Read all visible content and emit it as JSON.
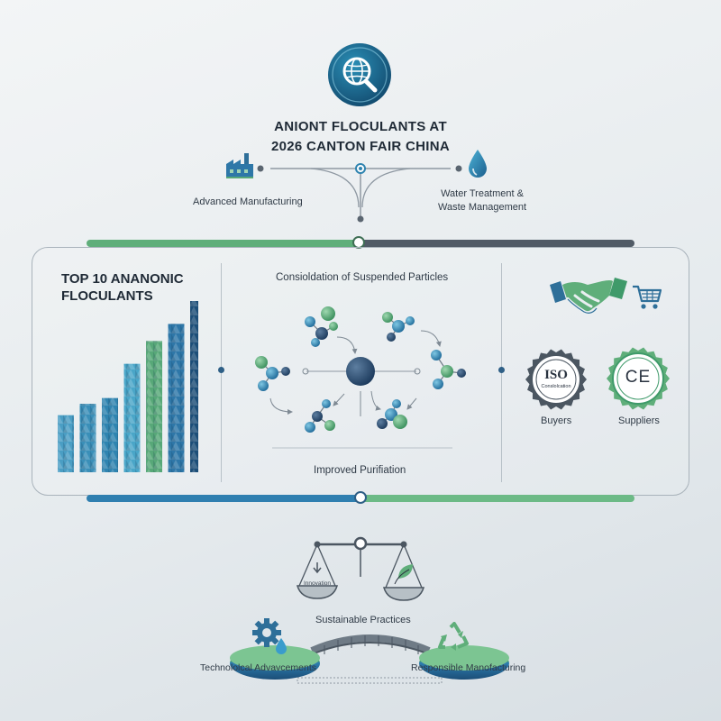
{
  "header": {
    "title_line1": "ANIONT FLOCULANTS AT",
    "title_line2": "2026 CANTON FAIR CHINA",
    "search_globe_icon": "globe-magnifier-icon"
  },
  "branches": {
    "left_label": "Advanced Manufacturing",
    "right_label_line1": "Water Treatment &",
    "right_label_line2": "Waste Management"
  },
  "chart_panel": {
    "title_line1": "TOP 10 ANANONIC",
    "title_line2": "FLOCULANTS"
  },
  "chart_data": {
    "type": "bar",
    "title": "TOP 10 ANANONIC FLOCULANTS",
    "categories": [
      "",
      "",
      "",
      "",
      "",
      "",
      ""
    ],
    "values": [
      1.0,
      1.2,
      1.3,
      1.9,
      2.3,
      2.6,
      3.0
    ],
    "xlabel": "",
    "ylabel": "",
    "colors": [
      "#4a9ec4",
      "#3a8fb8",
      "#2f84b0",
      "#4aa6c8",
      "#57a878",
      "#2e77a8",
      "#1c4e78"
    ],
    "grid": false
  },
  "process_panel": {
    "top_label": "Consioldation of Suspended Particles",
    "bottom_label": "Improved Purifiation"
  },
  "trade_panel": {
    "iso_text": "ISO",
    "iso_subtext": "Conslolcation",
    "ce_text": "CE",
    "buyers_label": "Buyers",
    "suppliers_label": "Suppliers"
  },
  "bottom": {
    "scale_left_text": "Innovation",
    "sustainable_label": "Sustainable Practices",
    "left_island_label": "Technololcal Advavcements",
    "right_island_label": "Responsible Manofacturing"
  },
  "colors": {
    "navy": "#1c4e78",
    "teal": "#2f84b0",
    "green": "#57a878",
    "gray": "#5a6570"
  }
}
